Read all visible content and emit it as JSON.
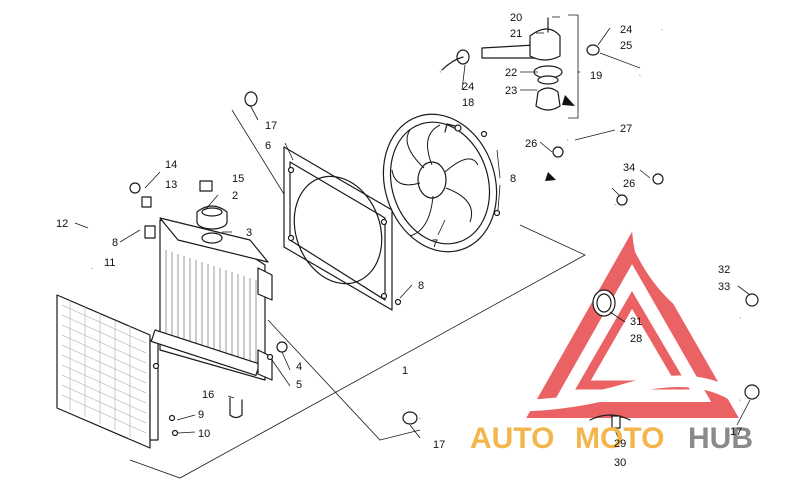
{
  "diagram": {
    "labels": [
      {
        "id": "l20",
        "text": "20"
      },
      {
        "id": "l21",
        "text": "21"
      },
      {
        "id": "l22",
        "text": "22"
      },
      {
        "id": "l23",
        "text": "23"
      },
      {
        "id": "l19",
        "text": "19"
      },
      {
        "id": "l24a",
        "text": "24"
      },
      {
        "id": "l25",
        "text": "25"
      },
      {
        "id": "l24b",
        "text": "24"
      },
      {
        "id": "l18",
        "text": "18"
      },
      {
        "id": "l17a",
        "text": "17"
      },
      {
        "id": "l6",
        "text": "6"
      },
      {
        "id": "l26a",
        "text": "26"
      },
      {
        "id": "l27",
        "text": "27"
      },
      {
        "id": "l34",
        "text": "34"
      },
      {
        "id": "l26b",
        "text": "26"
      },
      {
        "id": "l8a",
        "text": "8"
      },
      {
        "id": "l14",
        "text": "14"
      },
      {
        "id": "l13",
        "text": "13"
      },
      {
        "id": "l15",
        "text": "15"
      },
      {
        "id": "l2",
        "text": "2"
      },
      {
        "id": "l12",
        "text": "12"
      },
      {
        "id": "l3",
        "text": "3"
      },
      {
        "id": "l8b",
        "text": "8"
      },
      {
        "id": "l11",
        "text": "11"
      },
      {
        "id": "l7",
        "text": "7"
      },
      {
        "id": "l8c",
        "text": "8"
      },
      {
        "id": "l32",
        "text": "32"
      },
      {
        "id": "l33",
        "text": "33"
      },
      {
        "id": "l31",
        "text": "31"
      },
      {
        "id": "l28",
        "text": "28"
      },
      {
        "id": "l4",
        "text": "4"
      },
      {
        "id": "l5",
        "text": "5"
      },
      {
        "id": "l1",
        "text": "1"
      },
      {
        "id": "l16",
        "text": "16"
      },
      {
        "id": "l9",
        "text": "9"
      },
      {
        "id": "l10",
        "text": "10"
      },
      {
        "id": "l17b",
        "text": "17"
      },
      {
        "id": "l29",
        "text": "29"
      },
      {
        "id": "l30",
        "text": "30"
      },
      {
        "id": "l17c",
        "text": "17"
      }
    ]
  },
  "watermark": {
    "part1": "AUTO",
    "part2": "MOTO",
    "part3": "HUB",
    "colors": {
      "triangle": "#e8474b",
      "auto": "#f4b54c",
      "moto": "#f4b54c",
      "hub": "#8a8a8a"
    }
  }
}
